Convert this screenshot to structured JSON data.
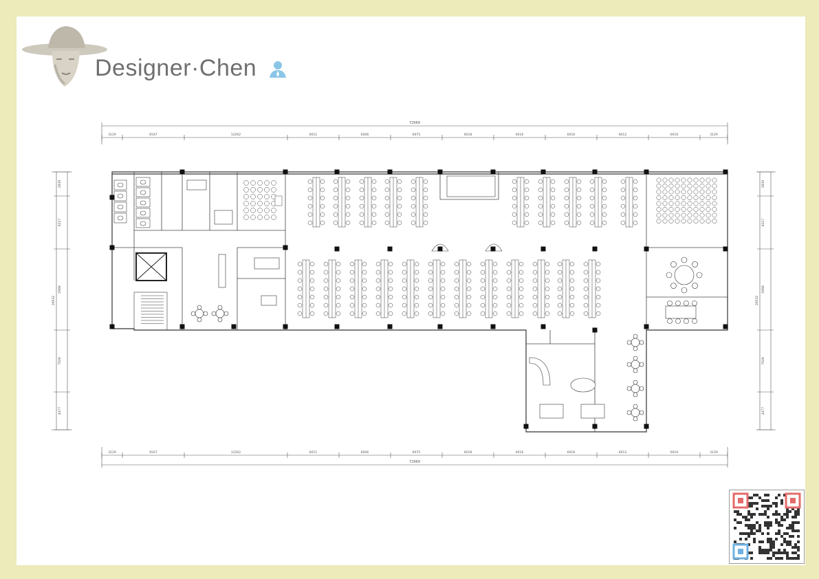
{
  "brand": {
    "name": "Designer·Chen",
    "person_icon": "person-icon",
    "portrait": "cowboy-portrait",
    "accent": "#8ac6e8",
    "text_color": "#6f6f6f"
  },
  "dimensions": {
    "total": "72969",
    "segments": [
      "3129",
      "6547",
      "12262",
      "6011",
      "6006",
      "6075",
      "6018",
      "6016",
      "6016",
      "6012",
      "6010",
      "3129"
    ],
    "left_segments": [
      "2839",
      "6217",
      "5968",
      "7926",
      "4477"
    ],
    "left_total": "26532"
  },
  "qr_code": "qr-code-icon",
  "colors": {
    "background": "#ecebb9",
    "sheet": "#ffffff",
    "line": "#333333",
    "dim_line": "#555555"
  }
}
